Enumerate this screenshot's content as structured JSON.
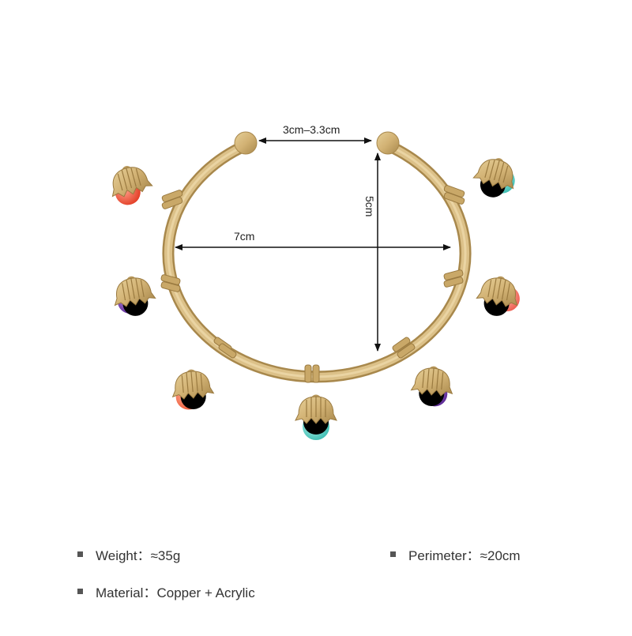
{
  "dimensions": {
    "opening": "3cm–3.3cm",
    "height": "5cm",
    "width": "7cm"
  },
  "specs": {
    "weight": "Weight：≈35g",
    "perimeter": "Perimeter：≈20cm",
    "material": "Material：Copper + Acrylic"
  },
  "colors": {
    "gold": "#d2b274",
    "gold_dark": "#a8884c",
    "red": "#f04a32",
    "orange": "#f36a42",
    "turquoise": "#4fcdc2",
    "purple": "#6a36a4",
    "coral": "#f2706a"
  }
}
